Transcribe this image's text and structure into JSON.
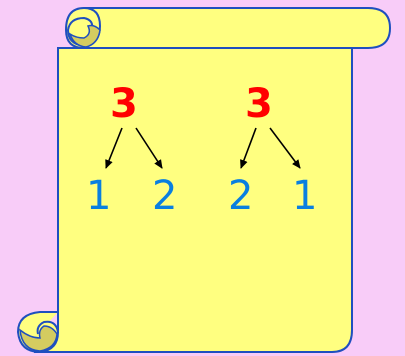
{
  "colors": {
    "background": "#f8ccf8",
    "scroll_fill": "#ffff80",
    "scroll_shade": "#d4cc60",
    "outline": "#1f4fbf",
    "parent": "#ff0000",
    "child": "#0a7fe0",
    "arrow": "#000000"
  },
  "trees": [
    {
      "root": "3",
      "left": "1",
      "right": "2"
    },
    {
      "root": "3",
      "left": "2",
      "right": "1"
    }
  ]
}
